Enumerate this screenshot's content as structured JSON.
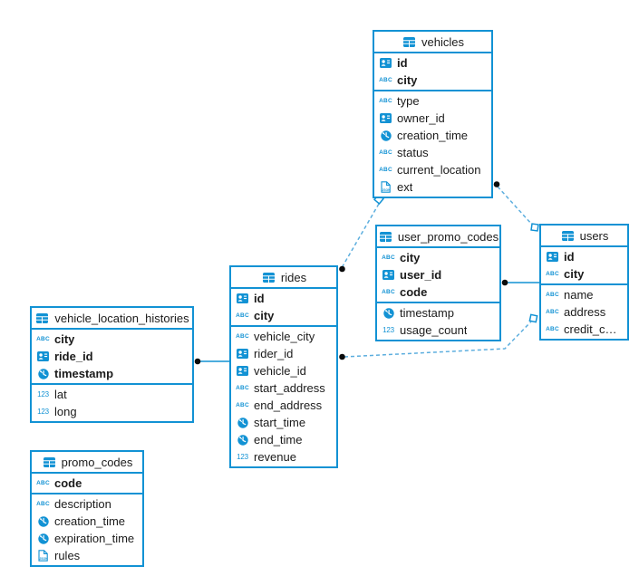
{
  "diagram": {
    "colors": {
      "accent": "#1292d4",
      "dashed_line": "#5caede",
      "solid_line": "#1292d4",
      "endpoint_dot": "#0b0b0b",
      "text": "#1b1b1b",
      "background": "#ffffff"
    },
    "icon_types": {
      "table": "table-icon",
      "id": "id-badge-icon",
      "text": "abc-text-icon",
      "number": "123-number-icon",
      "time": "clock-icon",
      "json": "json-document-icon"
    },
    "tables": [
      {
        "name": "vehicles",
        "title": "vehicles",
        "primary_fields": [
          {
            "label": "id",
            "type": "id"
          },
          {
            "label": "city",
            "type": "text"
          }
        ],
        "fields": [
          {
            "label": "type",
            "type": "text"
          },
          {
            "label": "owner_id",
            "type": "id"
          },
          {
            "label": "creation_time",
            "type": "time"
          },
          {
            "label": "status",
            "type": "text"
          },
          {
            "label": "current_location",
            "type": "text"
          },
          {
            "label": "ext",
            "type": "json"
          }
        ]
      },
      {
        "name": "user_promo_codes",
        "title": "user_promo_codes",
        "primary_fields": [
          {
            "label": "city",
            "type": "text"
          },
          {
            "label": "user_id",
            "type": "id"
          },
          {
            "label": "code",
            "type": "text"
          }
        ],
        "fields": [
          {
            "label": "timestamp",
            "type": "time"
          },
          {
            "label": "usage_count",
            "type": "number"
          }
        ]
      },
      {
        "name": "users",
        "title": "users",
        "primary_fields": [
          {
            "label": "id",
            "type": "id"
          },
          {
            "label": "city",
            "type": "text"
          }
        ],
        "fields": [
          {
            "label": "name",
            "type": "text"
          },
          {
            "label": "address",
            "type": "text"
          },
          {
            "label": "credit_card",
            "type": "text"
          }
        ]
      },
      {
        "name": "rides",
        "title": "rides",
        "primary_fields": [
          {
            "label": "id",
            "type": "id"
          },
          {
            "label": "city",
            "type": "text"
          }
        ],
        "fields": [
          {
            "label": "vehicle_city",
            "type": "text"
          },
          {
            "label": "rider_id",
            "type": "id"
          },
          {
            "label": "vehicle_id",
            "type": "id"
          },
          {
            "label": "start_address",
            "type": "text"
          },
          {
            "label": "end_address",
            "type": "text"
          },
          {
            "label": "start_time",
            "type": "time"
          },
          {
            "label": "end_time",
            "type": "time"
          },
          {
            "label": "revenue",
            "type": "number"
          }
        ]
      },
      {
        "name": "vehicle_location_histories",
        "title": "vehicle_location_histories",
        "primary_fields": [
          {
            "label": "city",
            "type": "text"
          },
          {
            "label": "ride_id",
            "type": "id"
          },
          {
            "label": "timestamp",
            "type": "time"
          }
        ],
        "fields": [
          {
            "label": "lat",
            "type": "number"
          },
          {
            "label": "long",
            "type": "number"
          }
        ]
      },
      {
        "name": "promo_codes",
        "title": "promo_codes",
        "primary_fields": [
          {
            "label": "code",
            "type": "text"
          }
        ],
        "fields": [
          {
            "label": "description",
            "type": "text"
          },
          {
            "label": "creation_time",
            "type": "time"
          },
          {
            "label": "expiration_time",
            "type": "time"
          },
          {
            "label": "rules",
            "type": "json"
          }
        ]
      }
    ],
    "connections": [
      {
        "from": "rides",
        "to": "vehicles",
        "style": "dashed",
        "from_marker": "dot",
        "to_marker": "diamond"
      },
      {
        "from": "vehicles",
        "to": "users",
        "style": "dashed",
        "from_marker": "dot",
        "to_marker": "diamond"
      },
      {
        "from": "user_promo_codes",
        "to": "users",
        "style": "solid",
        "from_marker": "dot",
        "to_marker": "none"
      },
      {
        "from": "rides",
        "to": "users",
        "style": "dashed",
        "from_marker": "dot",
        "to_marker": "diamond"
      },
      {
        "from": "vehicle_location_histories",
        "to": "rides",
        "style": "solid",
        "from_marker": "dot",
        "to_marker": "none"
      }
    ]
  }
}
